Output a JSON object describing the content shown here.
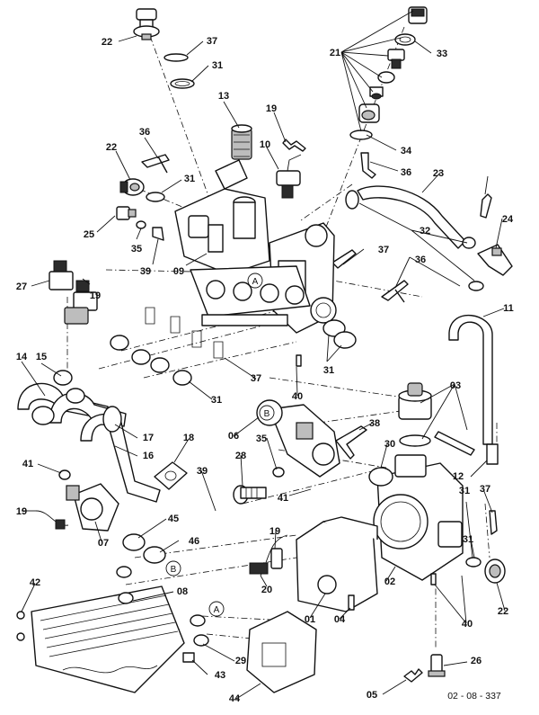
{
  "labels": [
    "22",
    "37",
    "31",
    "21",
    "33",
    "13",
    "19",
    "10",
    "36",
    "34",
    "22",
    "31",
    "36",
    "23",
    "25",
    "35",
    "39",
    "09",
    "37",
    "24",
    "32",
    "27",
    "19",
    "36",
    "11",
    "14",
    "15",
    "31",
    "37",
    "40",
    "31",
    "03",
    "06",
    "18",
    "35",
    "38",
    "17",
    "16",
    "41",
    "28",
    "30",
    "12",
    "39",
    "31",
    "41",
    "19",
    "37",
    "45",
    "07",
    "46",
    "31",
    "19",
    "42",
    "08",
    "20",
    "01",
    "04",
    "02",
    "22",
    "40",
    "29",
    "43",
    "44",
    "05",
    "26"
  ],
  "markers": [
    "A",
    "B",
    "B",
    "A"
  ],
  "drawing_number": "02 - 08 - 337"
}
